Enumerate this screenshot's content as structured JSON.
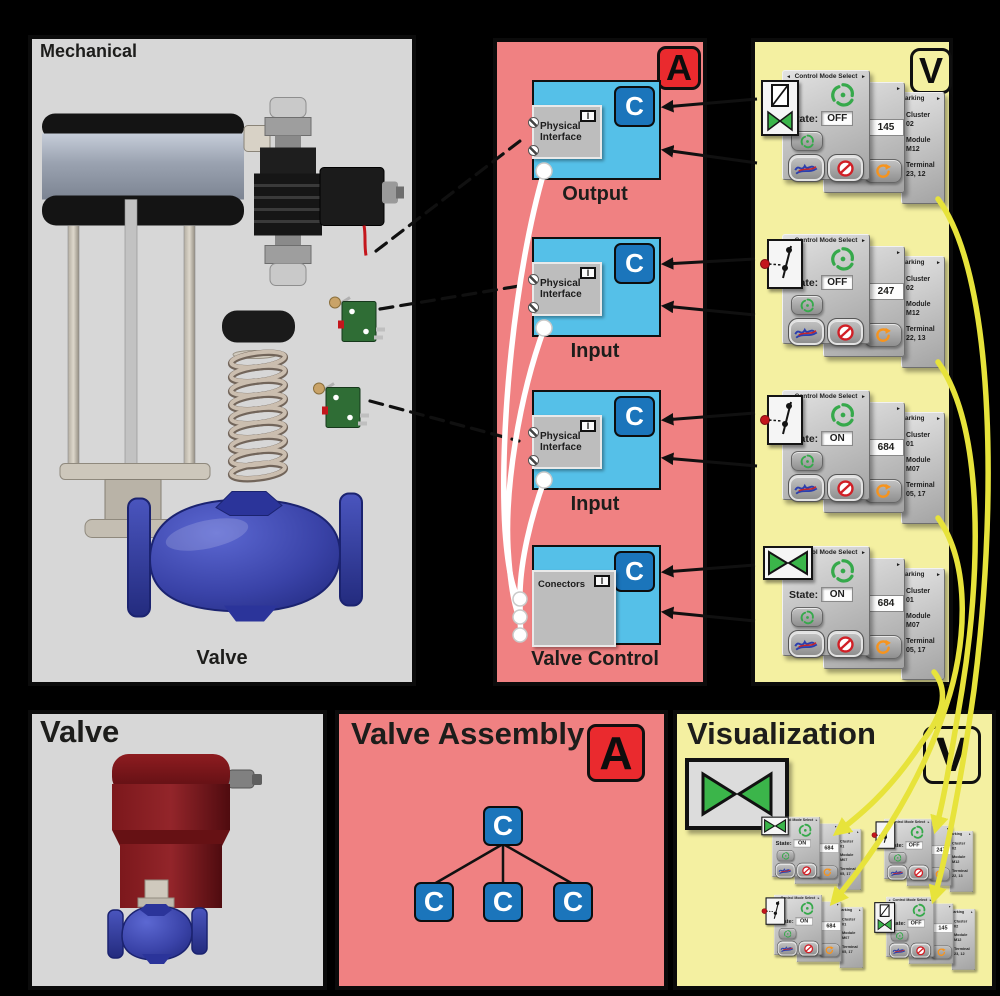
{
  "colors": {
    "panel_red": "#F08182",
    "panel_yellow": "#F4F0A1",
    "panel_gray": "#D7D7D7",
    "component_blue": "#55C0E8",
    "badge_blue": "#1B75BB",
    "badge_red": "#EA2A2E",
    "link_yellow": "#E7E33B",
    "valve_green": "#3BB54A"
  },
  "mechanical": {
    "title": "Mechanical",
    "caption": "Valve"
  },
  "assembly": {
    "badge": "A",
    "c_badge": "C",
    "i_badge": "I",
    "blocks": [
      {
        "label": "Output",
        "inner": "Physical Interface"
      },
      {
        "label": "Input",
        "inner": "Physical Interface"
      },
      {
        "label": "Input",
        "inner": "Physical Interface"
      },
      {
        "label": "Valve Control",
        "inner": "Conectors"
      }
    ]
  },
  "top_widgets": {
    "badge": "V"
  },
  "widget_labels": {
    "header": "Control Mode Select",
    "state_label": "State:",
    "mid_header_fragment": "s",
    "marking_header_fragment": "arking",
    "cluster_label": "Cluster",
    "module_label": "Module",
    "terminal_label": "Terminal"
  },
  "widget_groups": [
    {
      "icon": "solenoid",
      "state": "OFF",
      "value": "145",
      "cluster": "02",
      "module": "M12",
      "terminal": "23, 12"
    },
    {
      "icon": "switch",
      "state": "OFF",
      "value": "247",
      "cluster": "02",
      "module": "M12",
      "terminal": "22, 13"
    },
    {
      "icon": "switch",
      "state": "ON",
      "value": "684",
      "cluster": "01",
      "module": "M07",
      "terminal": "05, 17"
    },
    {
      "icon": "valve",
      "state": "ON",
      "value": "684",
      "cluster": "01",
      "module": "M07",
      "terminal": "05, 17"
    }
  ],
  "valve_panel": {
    "title": "Valve"
  },
  "valve_assembly": {
    "title": "Valve Assembly",
    "badge": "A",
    "node": "C"
  },
  "visualization": {
    "title": "Visualization",
    "badge": "V",
    "mini_order": [
      3,
      1,
      2,
      0
    ]
  }
}
